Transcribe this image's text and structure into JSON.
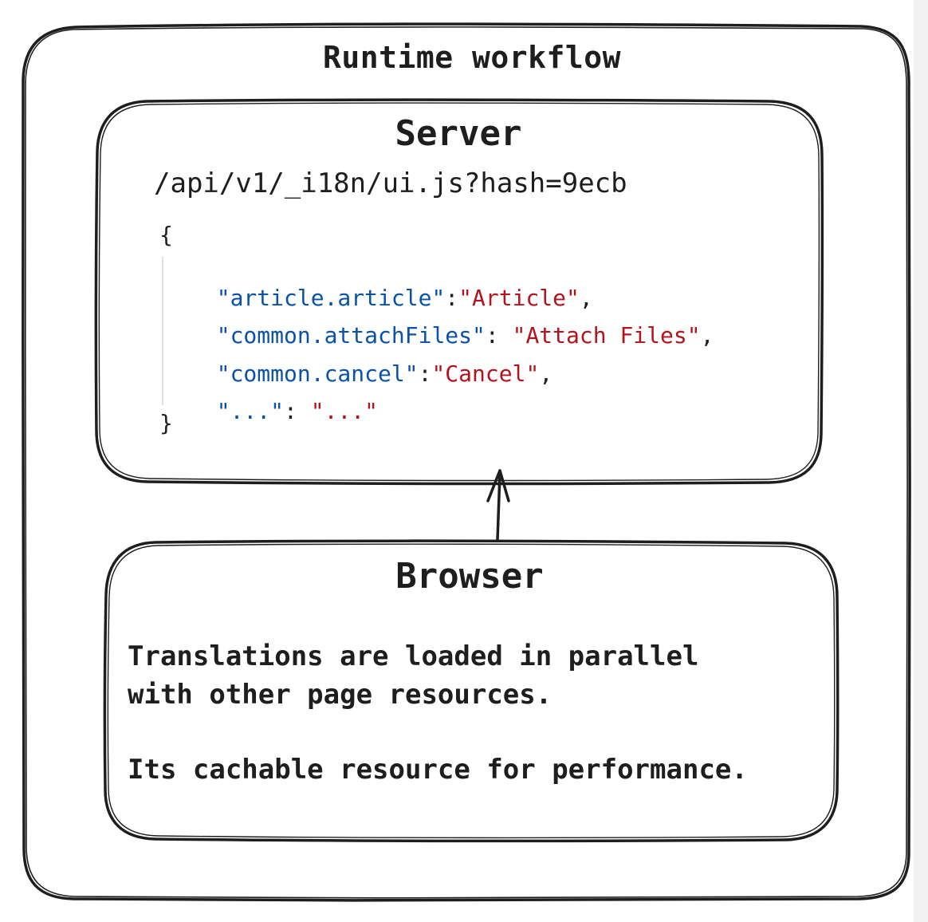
{
  "diagram": {
    "title": "Runtime workflow",
    "server": {
      "title": "Server",
      "endpoint": "/api/v1/_i18n/ui.js?hash=9ecb",
      "code": {
        "open_brace": "{",
        "close_brace": "}",
        "entries": [
          {
            "key": "\"article.article\"",
            "sep": ":",
            "value": "\"Article\"",
            "tail": ","
          },
          {
            "key": "\"common.attachFiles\"",
            "sep": ": ",
            "value": "\"Attach Files\"",
            "tail": ","
          },
          {
            "key": "\"common.cancel\"",
            "sep": ":",
            "value": "\"Cancel\"",
            "tail": ","
          },
          {
            "key": "\"...\"",
            "sep": ": ",
            "value": "\"...\"",
            "tail": ""
          }
        ]
      }
    },
    "browser": {
      "title": "Browser",
      "paragraph1_line1": "Translations are loaded in parallel",
      "paragraph1_line2": "with other page resources.",
      "paragraph2": "Its cachable resource for performance."
    },
    "arrow": {
      "from": "browser",
      "to": "server"
    },
    "colors": {
      "stroke": "#1e1e1e",
      "json_key": "#0a52a8",
      "json_value": "#b3141c",
      "background": "#ffffff"
    }
  }
}
